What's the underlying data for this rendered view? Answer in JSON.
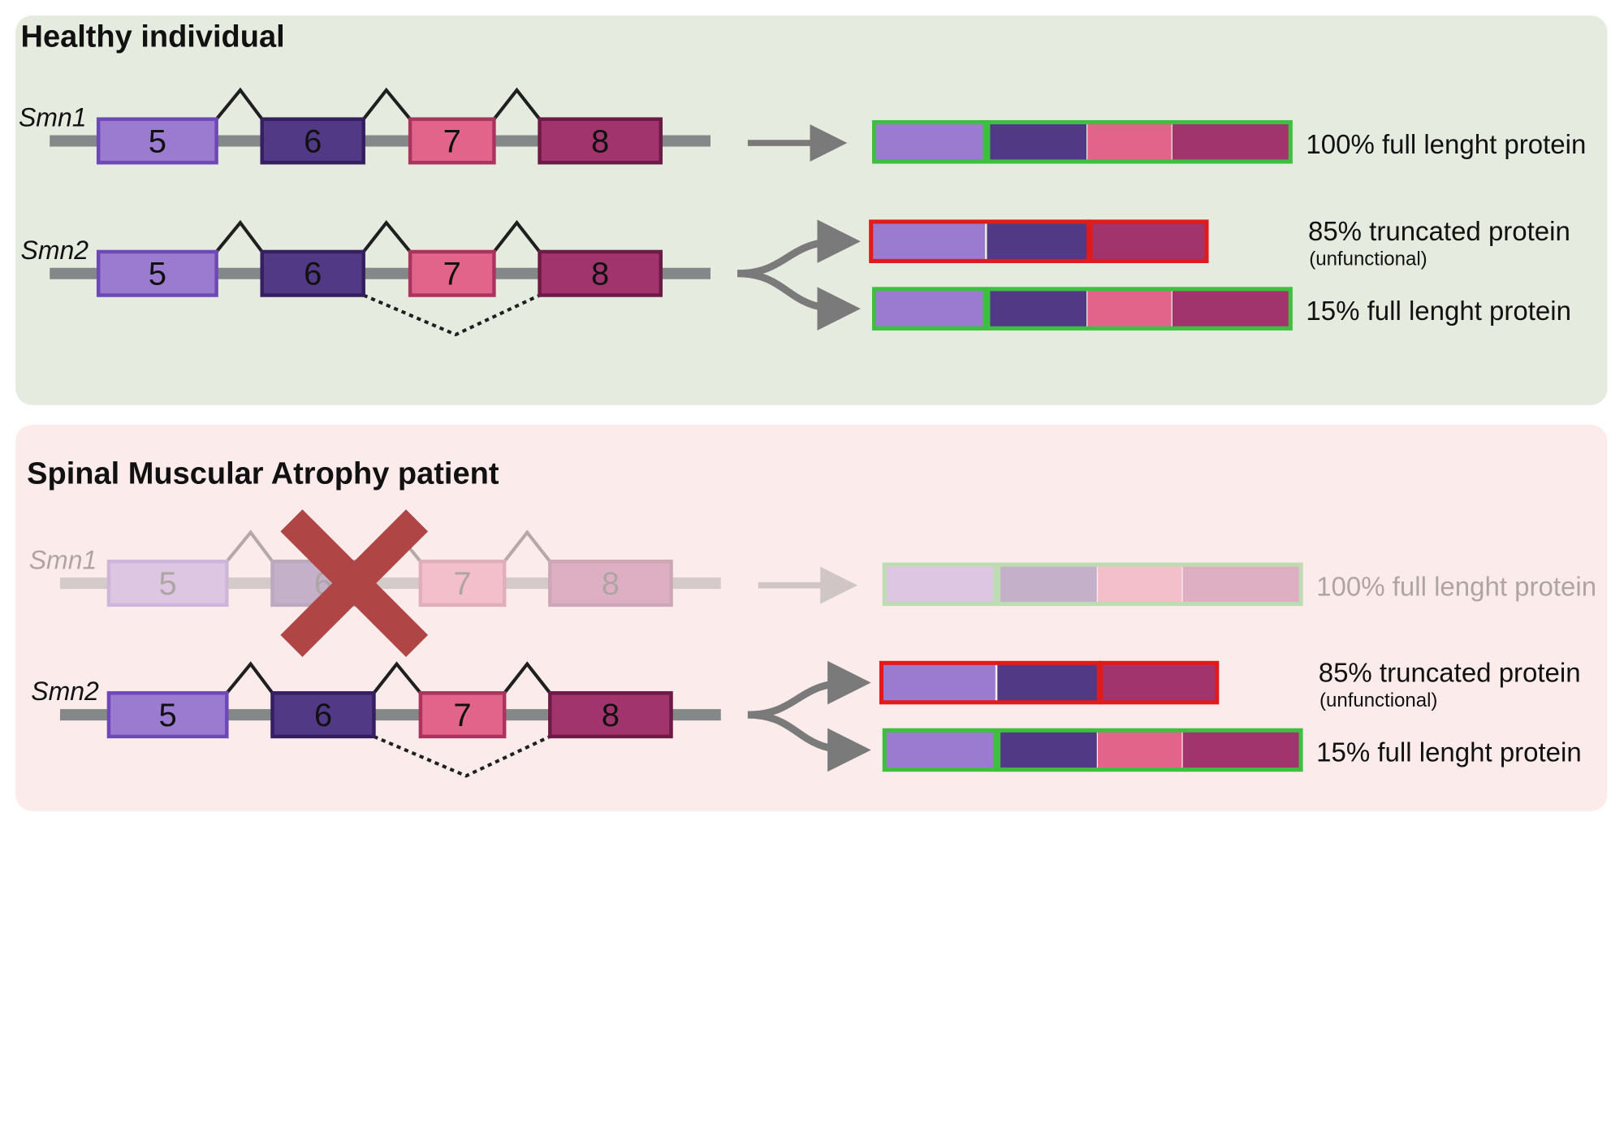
{
  "colors": {
    "healthy_bg": "#e5ecdf",
    "patient_bg": "#fcebeb",
    "exon5_fill": "#9b7bd0",
    "exon5_stroke": "#6e48b8",
    "exon6_fill": "#523985",
    "exon6_stroke": "#34205f",
    "exon7_fill": "#e2648a",
    "exon7_stroke": "#a9345d",
    "exon8_fill": "#a2346d",
    "exon8_stroke": "#6e1a47",
    "intron_line": "#858888",
    "splice_line": "#1f1f1f",
    "arrow": "#7a7a7a",
    "functional_border": "#3fbf3f",
    "truncated_border": "#e01b1b",
    "deletion_cross": "#b04545"
  },
  "panels": [
    {
      "title": "Healthy individual",
      "genes": [
        {
          "label": "Smn1",
          "exons": [
            "5",
            "6",
            "7",
            "8"
          ],
          "faded": false,
          "deleted": false,
          "skips_exon7": false,
          "outcomes": [
            {
              "label": "100% full lenght protein",
              "sub": "",
              "kind": "full"
            }
          ]
        },
        {
          "label": "Smn2",
          "exons": [
            "5",
            "6",
            "7",
            "8"
          ],
          "faded": false,
          "deleted": false,
          "skips_exon7": true,
          "outcomes": [
            {
              "label": "85% truncated protein",
              "sub": "(unfunctional)",
              "kind": "truncated"
            },
            {
              "label": "15% full lenght protein",
              "sub": "",
              "kind": "full"
            }
          ]
        }
      ]
    },
    {
      "title": "Spinal Muscular Atrophy patient",
      "genes": [
        {
          "label": "Smn1",
          "exons": [
            "5",
            "6",
            "7",
            "8"
          ],
          "faded": true,
          "deleted": true,
          "skips_exon7": false,
          "outcomes": [
            {
              "label": "100% full lenght protein",
              "sub": "",
              "kind": "full"
            }
          ]
        },
        {
          "label": "Smn2",
          "exons": [
            "5",
            "6",
            "7",
            "8"
          ],
          "faded": false,
          "deleted": false,
          "skips_exon7": true,
          "outcomes": [
            {
              "label": "85% truncated protein",
              "sub": "(unfunctional)",
              "kind": "truncated"
            },
            {
              "label": "15% full lenght protein",
              "sub": "",
              "kind": "full"
            }
          ]
        }
      ]
    }
  ]
}
